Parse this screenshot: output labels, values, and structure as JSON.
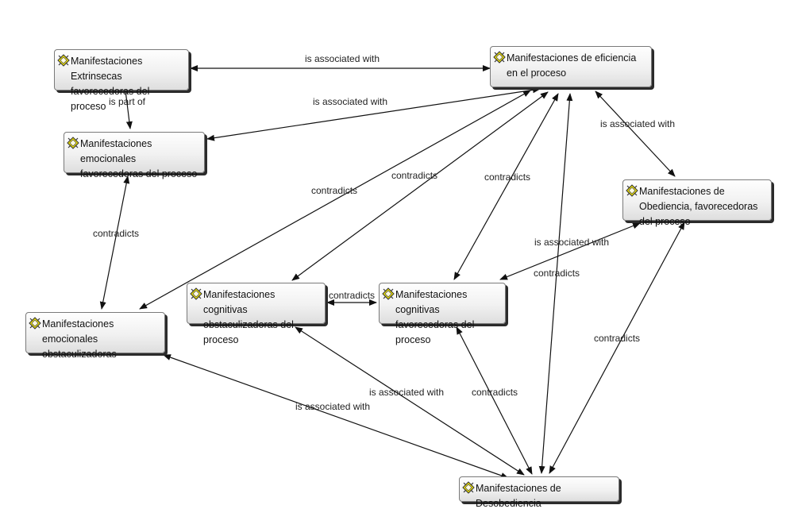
{
  "nodes": [
    {
      "id": "extrinsecas",
      "text": "Manifestaciones Extrinsecas favorecedoras del proceso"
    },
    {
      "id": "eficiencia",
      "text": "Manifestaciones de eficiencia en el proceso"
    },
    {
      "id": "emoc_fav",
      "text": "Manifestaciones emocionales favorecedoras del proceso"
    },
    {
      "id": "obediencia",
      "text": "Manifestaciones de Obediencia, favorecedoras del proceso"
    },
    {
      "id": "cog_obst",
      "text": "Manifestaciones cognitivas obstaculizadoras del proceso"
    },
    {
      "id": "cog_fav",
      "text": "Manifestaciones cognitivas favorecedoras del proceso"
    },
    {
      "id": "emoc_obst",
      "text": "Manifestaciones emocionales obstaculizadoras"
    },
    {
      "id": "desobediencia",
      "text": "Manifestaciones de Desobediencia"
    }
  ],
  "edges": [
    {
      "from": "extrinsecas",
      "to": "eficiencia",
      "label": "is associated with",
      "arrow": "both"
    },
    {
      "from": "extrinsecas",
      "to": "emoc_fav",
      "label": "is part of",
      "arrow": "end"
    },
    {
      "from": "eficiencia",
      "to": "emoc_fav",
      "label": "is associated with",
      "arrow": "both"
    },
    {
      "from": "eficiencia",
      "to": "obediencia",
      "label": "is associated with",
      "arrow": "both"
    },
    {
      "from": "emoc_fav",
      "to": "emoc_obst",
      "label": "contradicts",
      "arrow": "both"
    },
    {
      "from": "eficiencia",
      "to": "emoc_obst",
      "label": "contradicts",
      "arrow": "both"
    },
    {
      "from": "eficiencia",
      "to": "cog_obst",
      "label": "contradicts",
      "arrow": "both"
    },
    {
      "from": "eficiencia",
      "to": "cog_fav",
      "label": "contradicts",
      "arrow": "both"
    },
    {
      "from": "eficiencia",
      "to": "desobediencia",
      "label": "contradicts",
      "arrow": "both"
    },
    {
      "from": "cog_obst",
      "to": "cog_fav",
      "label": "contradicts",
      "arrow": "both"
    },
    {
      "from": "obediencia",
      "to": "cog_fav",
      "label": "is associated with",
      "arrow": "both"
    },
    {
      "from": "obediencia",
      "to": "desobediencia",
      "label": "contradicts",
      "arrow": "both"
    },
    {
      "from": "emoc_obst",
      "to": "desobediencia",
      "label": "is associated with",
      "arrow": "both"
    },
    {
      "from": "cog_obst",
      "to": "desobediencia",
      "label": "is associated with",
      "arrow": "both"
    },
    {
      "from": "cog_fav",
      "to": "desobediencia",
      "label": "contradicts",
      "arrow": "both"
    }
  ],
  "icon": "code-node-icon",
  "colors": {
    "line": "#111111",
    "icon_fill": "#f2e600",
    "node_border": "#7a7a7a",
    "shadow": "#2b2b2b"
  }
}
